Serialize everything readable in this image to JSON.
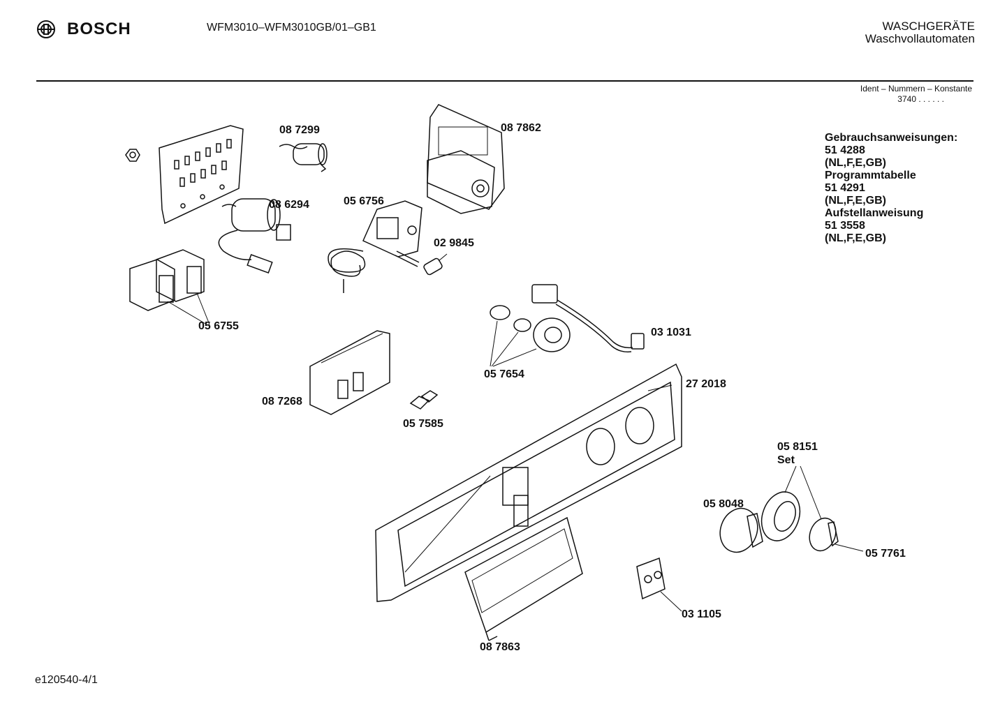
{
  "header": {
    "brand": "BOSCH",
    "brand_icon": "bosch-armature-icon",
    "model": "WFM3010–WFM3010GB/01–GB1",
    "category_line1": "WASCHGERÄTE",
    "category_line2": "Waschvollautomaten",
    "ident_label": "Ident – Nummern – Konstante",
    "ident_value": "3740 . . . . . ."
  },
  "docs": [
    "Gebrauchsanweisungen:",
    "51 4288",
    "(NL,F,E,GB)",
    "Programmtabelle",
    "51 4291",
    "(NL,F,E,GB)",
    "Aufstellanweisung",
    "51 3558",
    "(NL,F,E,GB)"
  ],
  "parts": {
    "p087299": "08 7299",
    "p087862": "08 7862",
    "p086294": "08 6294",
    "p056756": "05 6756",
    "p029845": "02 9845",
    "p056755": "05 6755",
    "p031031": "03 1031",
    "p057654": "05 7654",
    "p272018": "27 2018",
    "p087268": "08 7268",
    "p057585": "05 7585",
    "p058151": "05 8151",
    "p058151_set": "Set",
    "p058048": "05 8048",
    "p057761": "05 7761",
    "p031105": "03 1105",
    "p087863": "08 7863"
  },
  "footer": {
    "code": "e120540-4/1"
  }
}
